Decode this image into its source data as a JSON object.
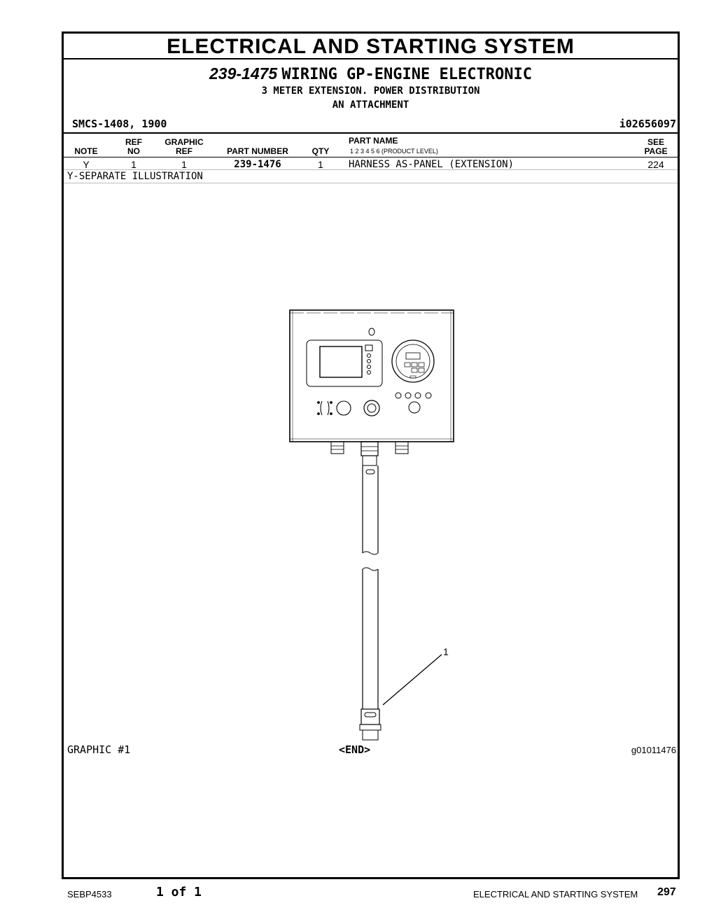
{
  "section_title": "ELECTRICAL AND STARTING SYSTEM",
  "group": {
    "part_number": "239-1475",
    "name": "WIRING GP-ENGINE ELECTRONIC",
    "subtitle_1": "3 METER EXTENSION. POWER DISTRIBUTION",
    "subtitle_2": "AN ATTACHMENT"
  },
  "smcs": "SMCS-1408, 1900",
  "doc_id": "i02656097",
  "table": {
    "headers": {
      "note": "NOTE",
      "ref_top": "REF",
      "ref_bottom": "NO",
      "graphic_top": "GRAPHIC",
      "graphic_bottom": "REF",
      "part_number": "PART NUMBER",
      "qty": "QTY",
      "part_name": "PART NAME",
      "levels": "1   2   3   4   5   6   (PRODUCT LEVEL)",
      "see_top": "SEE",
      "see_bottom": "PAGE"
    },
    "rows": [
      {
        "note": "Y",
        "ref_no": "1",
        "graphic_ref": "1",
        "part_number": "239-1476",
        "qty": "1",
        "part_name": "HARNESS AS-PANEL (EXTENSION)",
        "see_page": "224"
      }
    ],
    "footnote": "Y-SEPARATE ILLUSTRATION"
  },
  "illustration": {
    "callout": "1",
    "graphic_label": "GRAPHIC #1",
    "end_marker": "<END>",
    "graphic_id": "g01011476"
  },
  "footer": {
    "doc": "SEBP4533",
    "page_of": "1 of 1",
    "section": "ELECTRICAL AND STARTING SYSTEM",
    "page": "297"
  }
}
